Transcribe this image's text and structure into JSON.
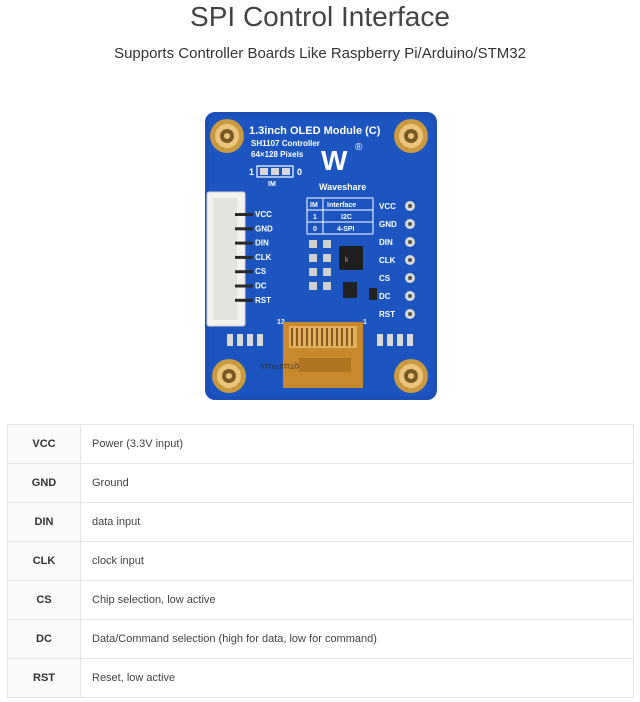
{
  "header": {
    "title": "SPI Control Interface",
    "subtitle": "Supports Controller Boards Like Raspberry Pi/Arduino/STM32"
  },
  "board": {
    "module_name": "1.3inch OLED Module (C)",
    "controller": "SH1107 Controller",
    "pixels": "64×128 Pixels",
    "brand": "Waveshare",
    "brand_mark": "W",
    "registered": "®",
    "jumper_left": "1",
    "jumper_right": "0",
    "jumper_label": "IM",
    "mode_table": {
      "headers": [
        "IM",
        "Interface"
      ],
      "rows": [
        [
          "1",
          "I2C"
        ],
        [
          "0",
          "4-SPI"
        ]
      ]
    },
    "left_pins": [
      "VCC",
      "GND",
      "DIN",
      "CLK",
      "CS",
      "DC",
      "RST"
    ],
    "right_pins": [
      "VCC",
      "GND",
      "DIN",
      "CLK",
      "CS",
      "DC",
      "RST"
    ],
    "fpc_left_num": "13",
    "fpc_right_num": "1",
    "fpc_code": "QT1107P11A",
    "colors": {
      "pcb": "#1a4fb5",
      "silk": "#ffffff",
      "gold": "#d9a94a",
      "fpc": "#c7882e"
    }
  },
  "pin_table": [
    {
      "pin": "VCC",
      "description": "Power (3.3V input)"
    },
    {
      "pin": "GND",
      "description": "Ground"
    },
    {
      "pin": "DIN",
      "description": "data input"
    },
    {
      "pin": "CLK",
      "description": "clock input"
    },
    {
      "pin": "CS",
      "description": "Chip selection, low active"
    },
    {
      "pin": "DC",
      "description": "Data/Command selection (high for data, low for command)"
    },
    {
      "pin": "RST",
      "description": "Reset, low active"
    }
  ]
}
